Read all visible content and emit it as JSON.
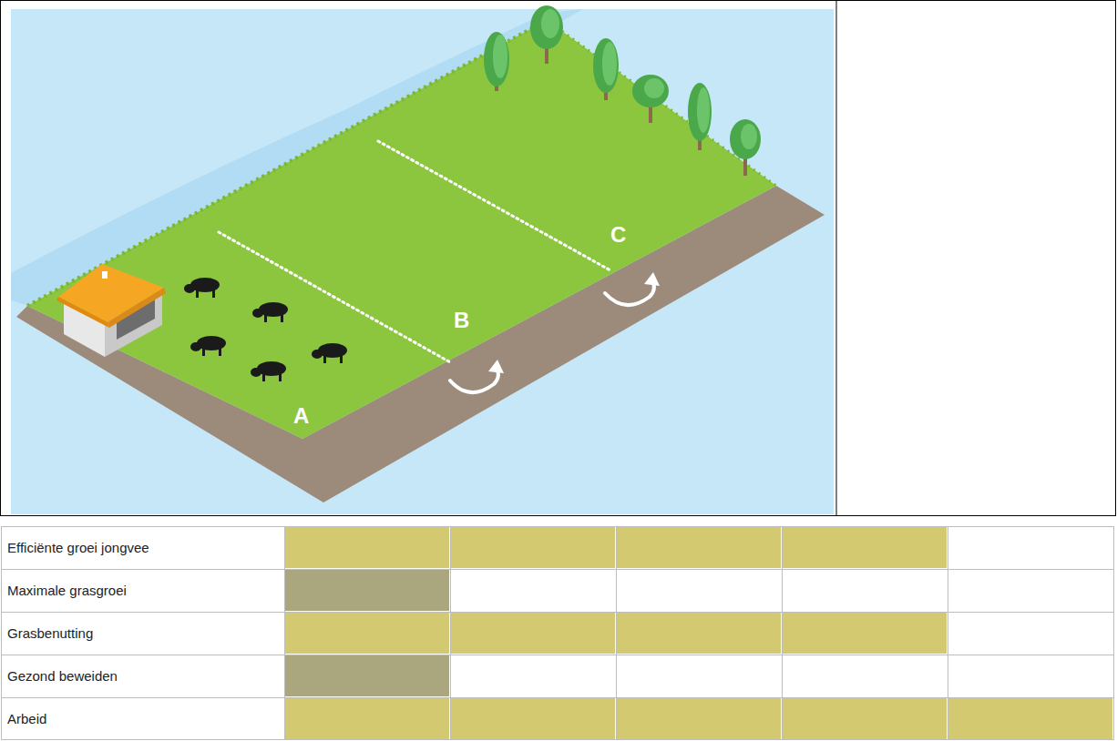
{
  "diagram": {
    "labels": [
      "A",
      "B",
      "C",
      "Efficiënte groei jongvee",
      "Maximale grasgroei",
      "Grasbenutting",
      "Gezond beweiden",
      "Arbeid"
    ]
  }
}
